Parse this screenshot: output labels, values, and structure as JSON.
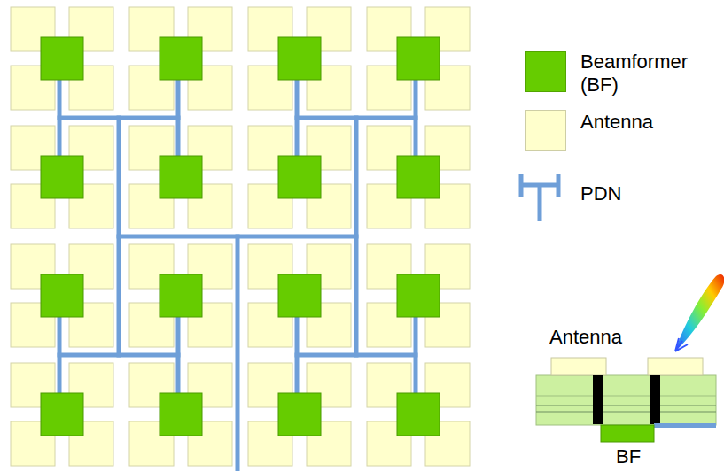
{
  "diagram": {
    "labels": [
      "Antenna",
      "BF"
    ],
    "legend": [
      {
        "text": "Beamformer (BF)",
        "color": "#66cc00"
      },
      {
        "text": "Antenna",
        "color": "#ffffcc"
      },
      {
        "text": "PDN"
      }
    ]
  }
}
